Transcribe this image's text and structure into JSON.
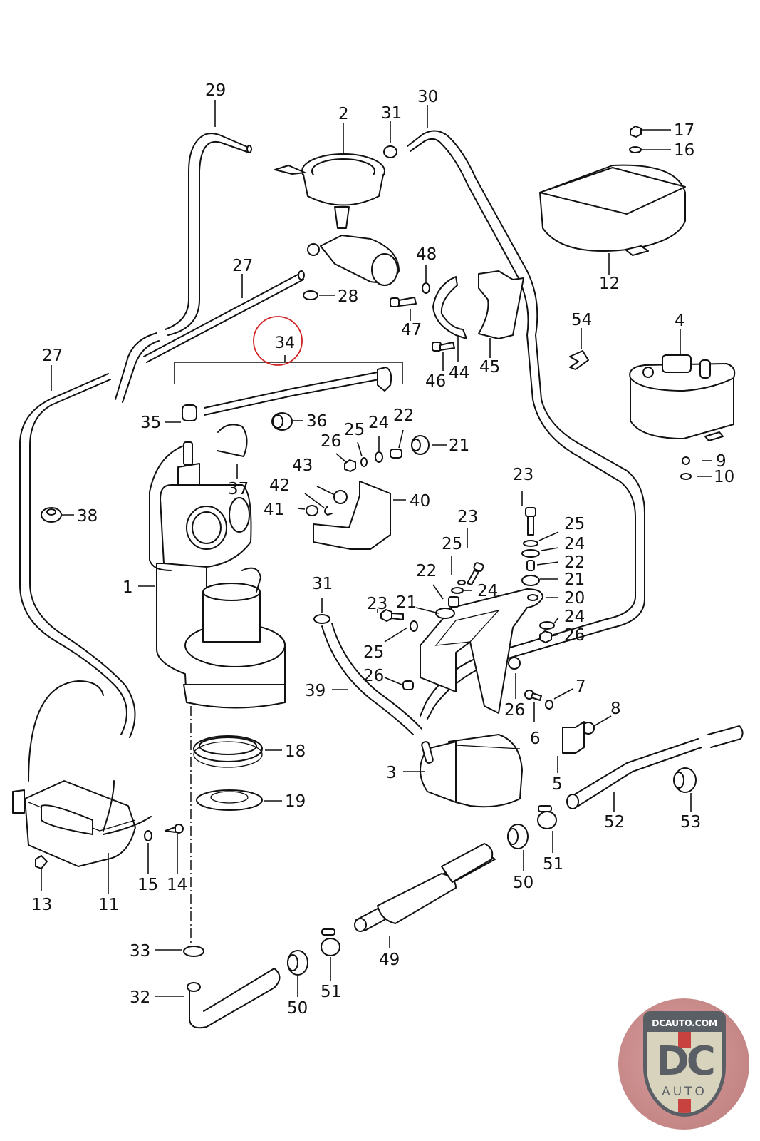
{
  "diagram": {
    "type": "exploded parts diagram",
    "subject": "auxiliary heater system",
    "highlighted_part": "34",
    "highlight_color": "#d02020",
    "line_color": "#111111",
    "callouts": {
      "p1": "1",
      "p2": "2",
      "p3": "3",
      "p4": "4",
      "p5": "5",
      "p6": "6",
      "p7": "7",
      "p8": "8",
      "p9": "9",
      "p10": "10",
      "p11": "11",
      "p12": "12",
      "p13": "13",
      "p14": "14",
      "p15": "15",
      "p16": "16",
      "p17": "17",
      "p18": "18",
      "p19": "19",
      "p20": "20",
      "p21a": "21",
      "p21b": "21",
      "p21c": "21",
      "p22a": "22",
      "p22b": "22",
      "p22c": "22",
      "p23a": "23",
      "p23b": "23",
      "p23c": "23",
      "p24a": "24",
      "p24b": "24",
      "p24c": "24",
      "p24d": "24",
      "p25a": "25",
      "p25b": "25",
      "p25c": "25",
      "p25d": "25",
      "p26a": "26",
      "p26b": "26",
      "p26c": "26",
      "p26d": "26",
      "p27a": "27",
      "p27b": "27",
      "p28": "28",
      "p29": "29",
      "p30": "30",
      "p31a": "31",
      "p31b": "31",
      "p32": "32",
      "p33": "33",
      "p34": "34",
      "p35": "35",
      "p36": "36",
      "p37": "37",
      "p38": "38",
      "p39": "39",
      "p40": "40",
      "p41": "41",
      "p42": "42",
      "p43": "43",
      "p44": "44",
      "p45": "45",
      "p46": "46",
      "p47": "47",
      "p48": "48",
      "p49": "49",
      "p50a": "50",
      "p50b": "50",
      "p51a": "51",
      "p51b": "51",
      "p52": "52",
      "p53": "53",
      "p54": "54"
    }
  },
  "watermark": {
    "site": "DCAUTO.COM",
    "brand": "DC",
    "sub": "AUTO",
    "colors": {
      "shield": "#d8d3bd",
      "text": "#5a5f66",
      "stripe": "#c8423f",
      "background": "#c98a8a"
    }
  }
}
